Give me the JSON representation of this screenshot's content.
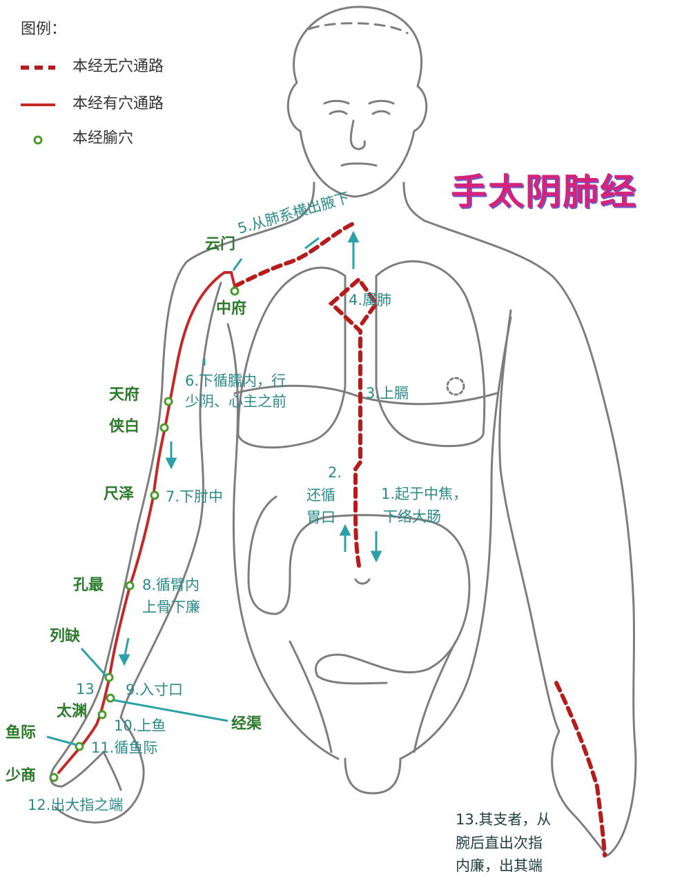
{
  "legend": {
    "heading": "图例：",
    "dashed": "本经无穴通路",
    "solid": "本经有穴通路",
    "point": "本经腧穴"
  },
  "title": "手太阴肺经",
  "colors": {
    "channel": "#c62828",
    "acupoint": "#4a9a2a",
    "arrow": "#2aa0a8",
    "outline": "#777777"
  },
  "points": {
    "yunmen": "云门",
    "zhongfu": "中府",
    "tianfu": "天府",
    "xiabai": "侠白",
    "chize": "尺泽",
    "kongzui": "孔最",
    "lieque": "列缺",
    "num13": "13",
    "taiyuan": "太渊",
    "jingqu": "经渠",
    "yuji": "鱼际",
    "shaoshang": "少商"
  },
  "steps": {
    "s1a": "1.起于中焦，",
    "s1b": "下络大肠",
    "s2a": "2.",
    "s2b": "还循",
    "s2c": "胃口",
    "s3": "3.上膈",
    "s4": "4.属肺",
    "s5": "5.从肺系横出腋下",
    "s6a": "6.下循臑内，行",
    "s6b": "少阴、心主之前",
    "s7": "7.下肘中",
    "s8a": "8.循臂内",
    "s8b": "上骨下廉",
    "s9": "9.入寸口",
    "s10": "10.上鱼",
    "s11": "11.循鱼际",
    "s12": "12.出大指之端",
    "s13a": "13.其支者，从",
    "s13b": "腕后直出次指",
    "s13c": "内廉，出其端"
  }
}
